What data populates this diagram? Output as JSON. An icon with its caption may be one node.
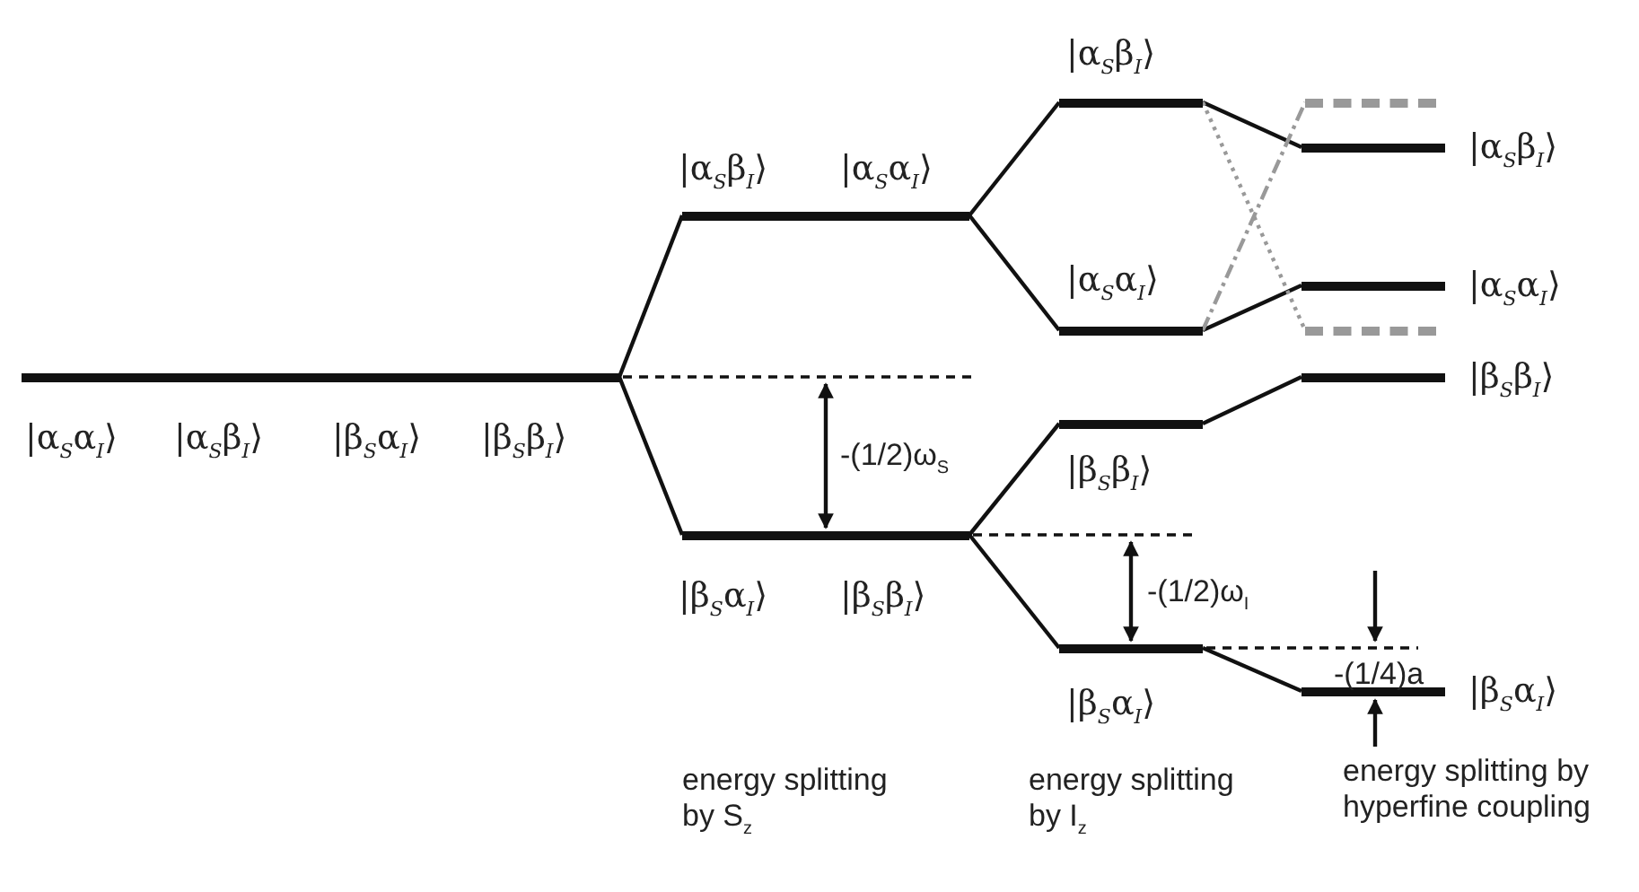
{
  "diagram": {
    "nodes": [
      {
        "text": [
          "|α$_{S}$α$_{I}$⟩",
          "|α$_{S}$β$_{I}$⟩",
          "|β$_{S}$α$_{I}$⟩",
          "|β$_{S}$β$_{I}$⟩"
        ]
      },
      {
        "text": [
          "|α$_{S}$β$_{I}$⟩",
          "|α$_{S}$α$_{I}$⟩"
        ]
      },
      {
        "text": [
          "|β$_{S}$α$_{I}$⟩",
          "|β$_{S}$β$_{I}$⟩"
        ]
      },
      {
        "text": [
          "|α$_{S}$β$_{I}$⟩"
        ]
      },
      {
        "text": [
          "|α$_{S}$α$_{I}$⟩"
        ]
      },
      {
        "text": [
          "|β$_{S}$β$_{I}$⟩"
        ]
      },
      {
        "text": [
          "|β$_{S}$α$_{I}$⟩"
        ]
      },
      {
        "text": [
          "|α$_{S}$β$_{I}$⟩"
        ]
      },
      {
        "text": [
          "|α$_{S}$α$_{I}$⟩"
        ]
      },
      {
        "text": [
          "|β$_{S}$β$_{I}$⟩"
        ]
      },
      {
        "text": [
          "|β$_{S}$α$_{I}$⟩"
        ]
      },
      {
        "text": [],
        "shape": "bar"
      },
      {
        "text": [],
        "shape": "bar"
      }
    ],
    "edges": [
      {
        "from": 0,
        "to": 1,
        "arrow": "none"
      },
      {
        "from": 0,
        "to": 2,
        "arrow": "none"
      },
      {
        "from": 1,
        "to": 3,
        "arrow": "none"
      },
      {
        "from": 1,
        "to": 4,
        "arrow": "none"
      },
      {
        "from": 2,
        "to": 5,
        "arrow": "none"
      },
      {
        "from": 2,
        "to": 6,
        "arrow": "none"
      },
      {
        "from": 3,
        "to": 7,
        "arrow": "none"
      },
      {
        "from": 4,
        "to": 8,
        "arrow": "none"
      },
      {
        "from": 5,
        "to": 9,
        "arrow": "none"
      },
      {
        "from": 6,
        "to": 10,
        "arrow": "none"
      },
      {
        "from": 3,
        "to": 12,
        "arrow": "none",
        "style": "dashed",
        "color": "#999999"
      },
      {
        "from": 4,
        "to": 11,
        "arrow": "none",
        "style": "dashed",
        "color": "#999999"
      }
    ],
    "labels": [
      "-(1/2)ω$_{S}$",
      "-(1/2)ω$_{I}$",
      "-(1/4)a",
      "energy splitting by S$_{z}$",
      "energy splitting by I$_{z}$",
      "energy splitting by hyperfine coupling"
    ]
  }
}
